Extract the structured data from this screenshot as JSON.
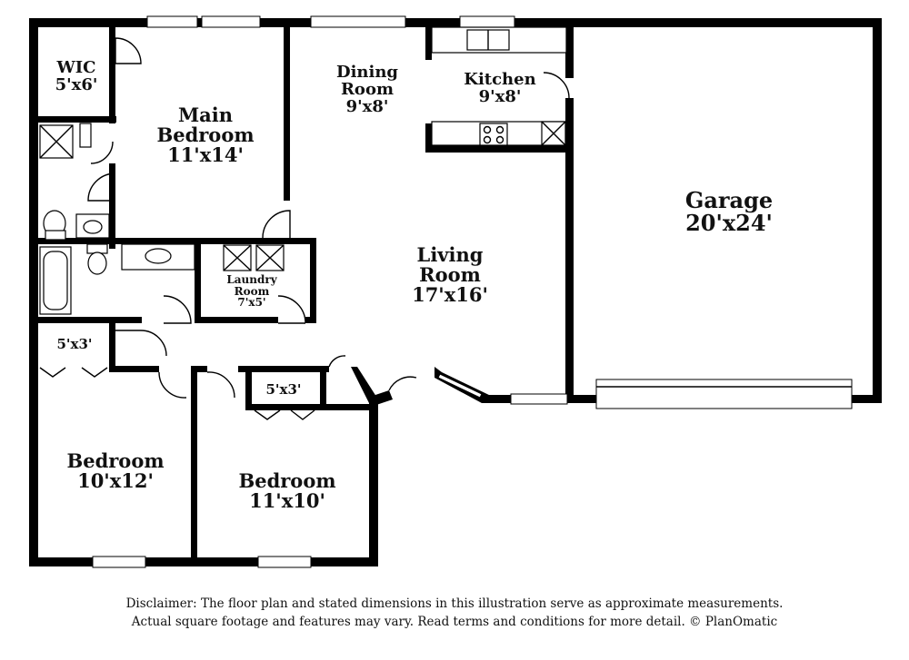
{
  "rooms": {
    "wic": {
      "name": "WIC",
      "dims": "5'x6'"
    },
    "main_bedroom": {
      "name_line1": "Main",
      "name_line2": "Bedroom",
      "dims": "11'x14'"
    },
    "dining_room": {
      "name_line1": "Dining",
      "name_line2": "Room",
      "dims": "9'x8'"
    },
    "kitchen": {
      "name": "Kitchen",
      "dims": "9'x8'"
    },
    "garage": {
      "name": "Garage",
      "dims": "20'x24'"
    },
    "living_room": {
      "name_line1": "Living",
      "name_line2": "Room",
      "dims": "17'x16'"
    },
    "laundry_room": {
      "name_line1": "Laundry",
      "name_line2": "Room",
      "dims": "7'x5'"
    },
    "closet_left": {
      "dims": "5'x3'"
    },
    "closet_mid": {
      "dims": "5'x3'"
    },
    "bedroom_left": {
      "name": "Bedroom",
      "dims": "10'x12'"
    },
    "bedroom_mid": {
      "name": "Bedroom",
      "dims": "11'x10'"
    }
  },
  "disclaimer": {
    "line1": "Disclaimer: The floor plan and stated dimensions in this illustration serve as approximate measurements.",
    "line2": "Actual square footage and features may vary. Read terms and conditions for more detail. © PlanOmatic"
  }
}
